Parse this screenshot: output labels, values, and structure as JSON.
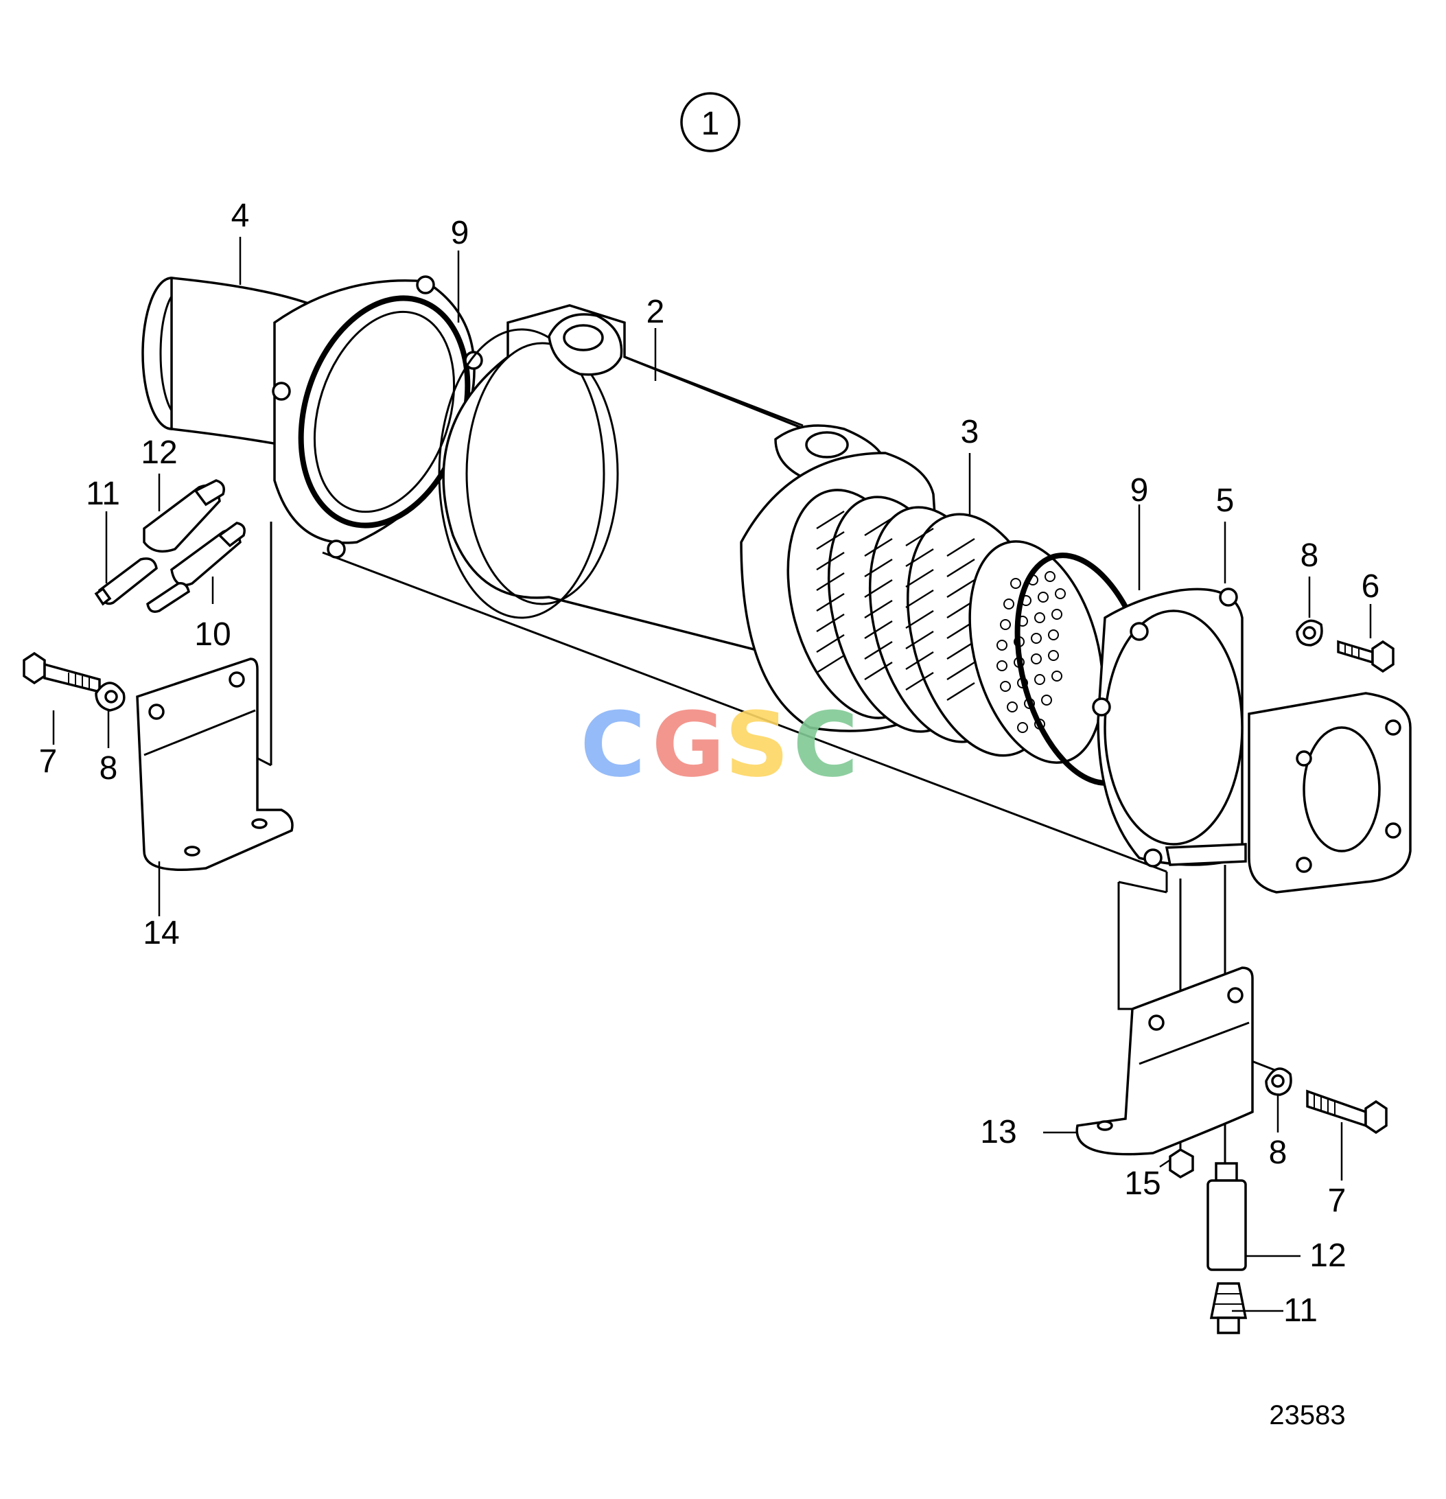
{
  "assembly": {
    "number": "1"
  },
  "callouts": {
    "c1": "2",
    "c2": "3",
    "c3": "4",
    "c4": "5",
    "c5": "6",
    "c6": "7",
    "c7": "7",
    "c8": "8",
    "c9": "8",
    "c10": "8",
    "c11": "9",
    "c12": "9",
    "c13": "10",
    "c14": "11",
    "c15": "11",
    "c16": "12",
    "c17": "12",
    "c18": "13",
    "c19": "14",
    "c20": "15"
  },
  "drawing_number": "23583",
  "watermark": {
    "letters": [
      "C",
      "G",
      "S",
      "C"
    ],
    "colors": [
      "#8ab4f8",
      "#f28b82",
      "#fdd663",
      "#81c995"
    ]
  }
}
